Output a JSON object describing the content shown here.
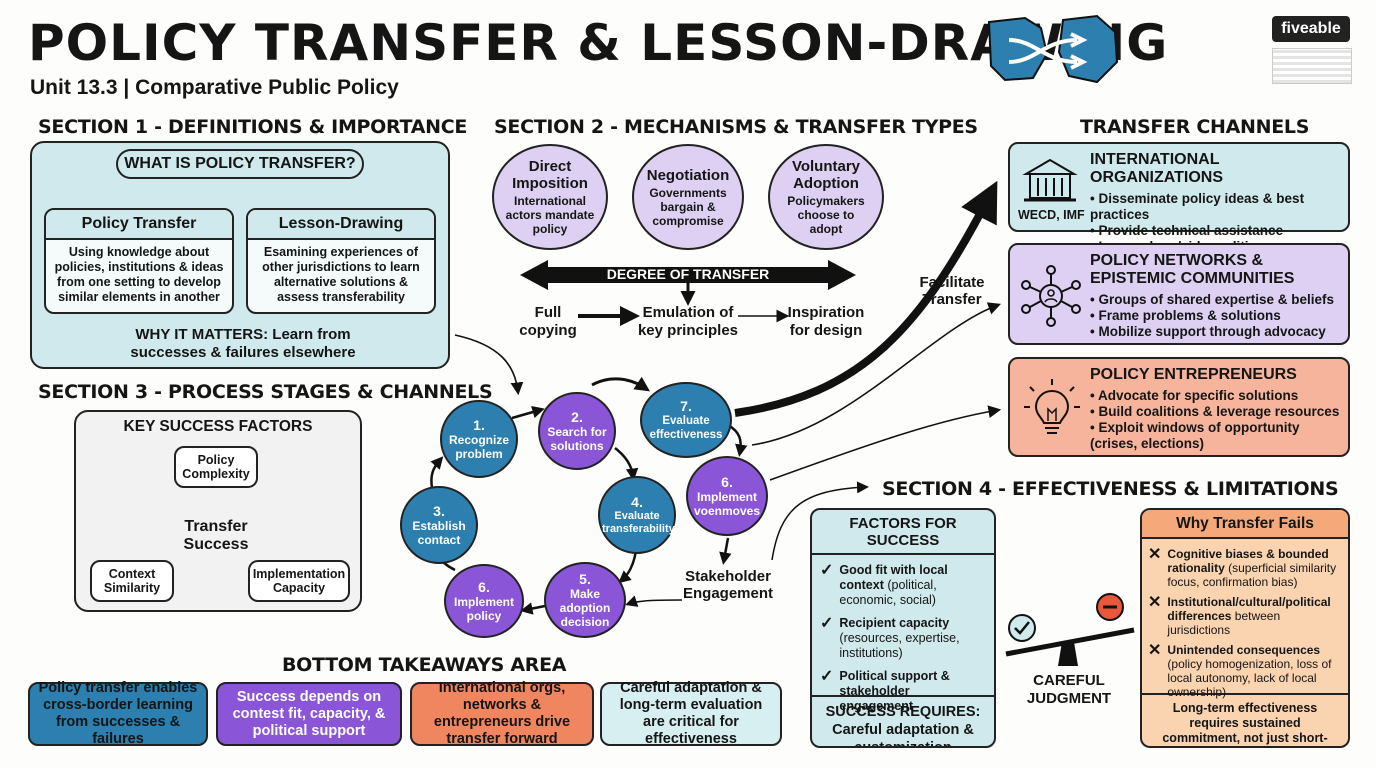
{
  "header": {
    "title": "POLICY TRANSFER & LESSON-DRAWING",
    "subtitle": "Unit 13.3 | Comparative Public Policy",
    "brand": "fiveable"
  },
  "section1": {
    "heading": "SECTION 1 - DEFINITIONS & IMPORTANCE",
    "question": "WHAT IS POLICY TRANSFER?",
    "policy_transfer": {
      "title": "Policy Transfer",
      "text": "Using knowledge about policies, institutions & ideas from one setting to develop similar elements in another"
    },
    "lesson_drawing": {
      "title": "Lesson-Drawing",
      "text": "Esamining experiences of other jurisdictions to learn alternative solutions & assess transferability"
    },
    "why_matters": "WHY IT MATTERS: Learn from successes & failures elsewhere"
  },
  "section2": {
    "heading": "SECTION 2 - MECHANISMS & TRANSFER TYPES",
    "mechanisms": [
      {
        "title": "Direct Imposition",
        "text": "International actors mandate policy"
      },
      {
        "title": "Negotiation",
        "text": "Governments bargain & compromise"
      },
      {
        "title": "Voluntary Adoption",
        "text": "Policymakers choose to adopt"
      }
    ],
    "degree_label": "DEGREE OF TRANSFER",
    "degrees": [
      "Full copying",
      "Emulation of key principles",
      "Inspiration for design"
    ]
  },
  "section3": {
    "heading": "SECTION 3 - PROCESS STAGES & CHANNELS",
    "factors_title": "KEY SUCCESS FACTORS",
    "center": "Transfer Success",
    "factors": [
      "Policy Complexity",
      "Context Similarity",
      "Implementation Capacity"
    ]
  },
  "stages": [
    {
      "num": "1.",
      "label": "Recognize problem"
    },
    {
      "num": "2.",
      "label": "Search for solutions"
    },
    {
      "num": "7.",
      "label": "Evaluate effectiveness"
    },
    {
      "num": "6.",
      "label": "Implement voenmoves"
    },
    {
      "num": "4.",
      "label": "Evaluate transferability"
    },
    {
      "num": "5.",
      "label": "Make adoption decision"
    },
    {
      "num": "6.",
      "label": "Implement policy"
    },
    {
      "num": "3.",
      "label": "Establish contact"
    }
  ],
  "stakeholder": "Stakeholder Engagement",
  "facilitate": "Facilitate Transfer",
  "channels": {
    "heading": "TRANSFER CHANNELS",
    "items": [
      {
        "title": "INTERNATIONAL ORGANIZATIONS",
        "icon_label": "WECD, IMF",
        "points": [
          "Disseminate policy ideas & best practices",
          "Provide technical assistance",
          "Impose loan/aid conditions"
        ]
      },
      {
        "title": "POLICY NETWORKS & EPISTEMIC COMMUNITIES",
        "points": [
          "Groups of shared expertise & beliefs",
          "Frame problems & solutions",
          "Mobilize support through advocacy"
        ]
      },
      {
        "title": "POLICY ENTREPRENEURS",
        "points": [
          "Advocate for specific solutions",
          "Build coalitions & leverage resources",
          "Exploit windows of opportunity (crises, elections)"
        ]
      }
    ]
  },
  "section4": {
    "heading": "SECTION 4 - EFFECTIVENESS & LIMITATIONS",
    "success_title": "FACTORS FOR SUCCESS",
    "success_items": [
      {
        "bold": "Good fit with local context",
        "rest": "(political, economic, social)"
      },
      {
        "bold": "Recipient capacity",
        "rest": "(resources, expertise, institutions)"
      },
      {
        "bold": "Political support & stakeholder engagement",
        "rest": ""
      }
    ],
    "success_requires": "SUCCESS REQUIRES: Careful adaptation & customization",
    "careful_judgment": "CAREFUL JUDGMENT",
    "fail_title": "Why Transfer Fails",
    "fail_items": [
      {
        "bold": "Cognitive biases & bounded rationality",
        "rest": "(superficial similarity focus, confirmation bias)"
      },
      {
        "bold": "Institutional/cultural/political differences",
        "rest": "between jurisdictions"
      },
      {
        "bold": "Unintended consequences",
        "rest": "(policy homogenization, loss of local autonomy, lack of local ownership)"
      }
    ],
    "fail_note": "Long-term effectiveness requires sustained commitment, not just short-term success"
  },
  "takeaways": {
    "heading": "BOTTOM TAKEAWAYS AREA",
    "items": [
      "Policy transfer enables cross-border learning from successes & failures",
      "Success depends on contest fit, capacity, & political support",
      "International orgs, networks & entrepreneurs drive transfer forward",
      "Careful adaptation & long-term evaluation are critical for effectiveness"
    ]
  },
  "colors": {
    "teal": "#cfe9ec",
    "lavender": "#ddd0f2",
    "coral": "#f6b49c",
    "blue": "#2c7fae",
    "purple": "#8a55d6"
  }
}
